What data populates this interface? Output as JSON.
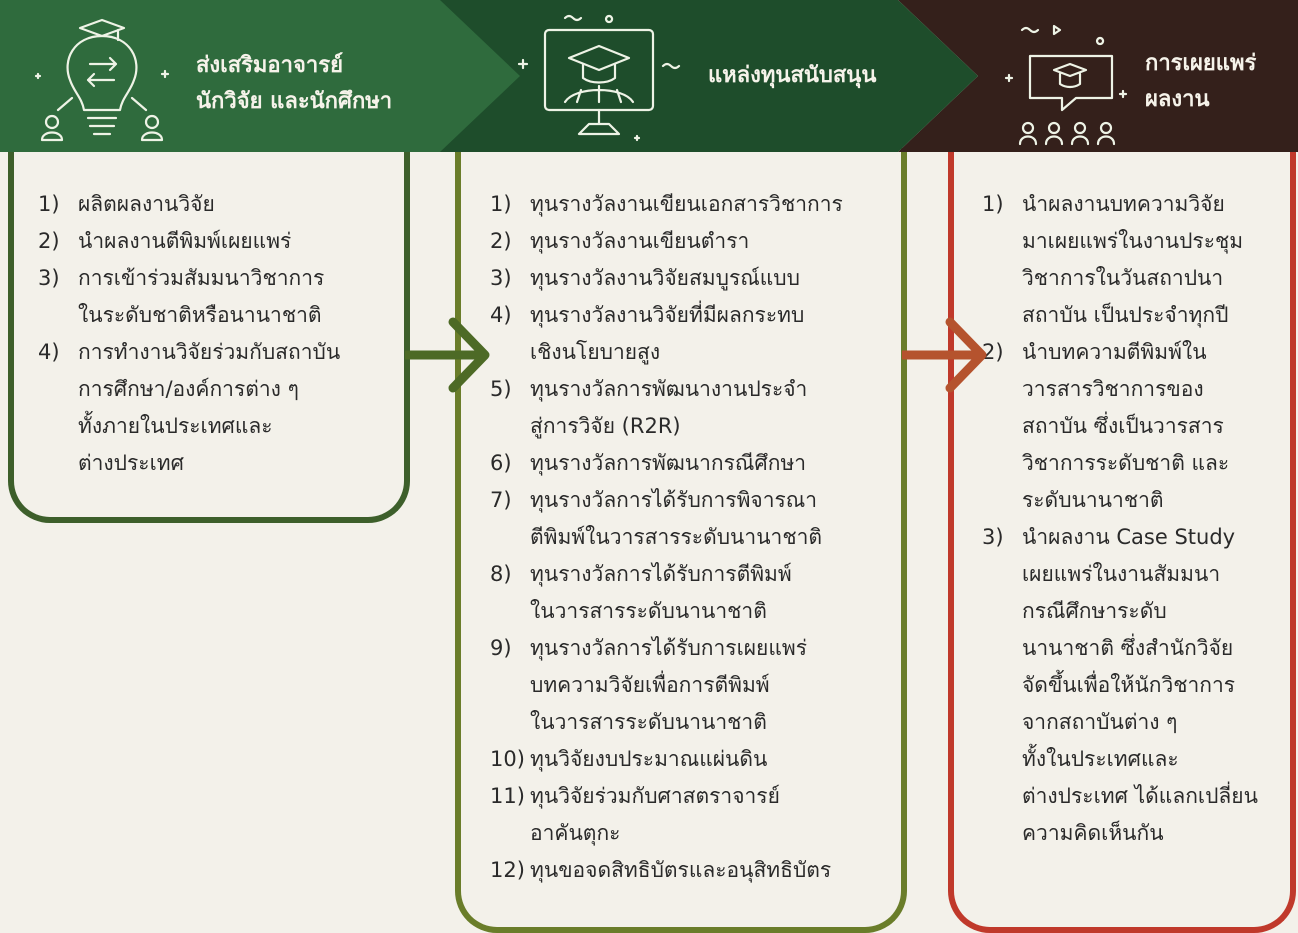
{
  "headers": {
    "h1": "ส่งเสริมอาจารย์\nนักวิจัย และนักศึกษา",
    "h2": "แหล่งทุนสนับสนุน",
    "h3": "การเผยแพร่\nผลงาน"
  },
  "colors": {
    "bar1": "#2f6b3d",
    "bar2": "#1e4d2b",
    "bar3": "#34201b",
    "panel1": "#3d5f2b",
    "panel2": "#6a7d2a",
    "panel3": "#c0392b"
  },
  "icons": [
    "lightbulb-icon",
    "monitor-graduation-icon",
    "chat-graduation-icon"
  ],
  "col1": [
    {
      "n": "1)",
      "t": "ผลิตผลงานวิจัย"
    },
    {
      "n": "2)",
      "t": "นำผลงานตีพิมพ์เผยแพร่"
    },
    {
      "n": "3)",
      "t": "การเข้าร่วมสัมมนาวิชาการ\nในระดับชาติหรือนานาชาติ"
    },
    {
      "n": "4)",
      "t": "การทำงานวิจัยร่วมกับสถาบัน\nการศึกษา/องค์การต่าง ๆ\nทั้งภายในประเทศและ\nต่างประเทศ"
    }
  ],
  "col2": [
    {
      "n": "1)",
      "t": "ทุนรางวัลงานเขียนเอกสารวิชาการ"
    },
    {
      "n": "2)",
      "t": "ทุนรางวัลงานเขียนตำรา"
    },
    {
      "n": "3)",
      "t": "ทุนรางวัลงานวิจัยสมบูรณ์แบบ"
    },
    {
      "n": "4)",
      "t": "ทุนรางวัลงานวิจัยที่มีผลกระทบ\nเชิงนโยบายสูง"
    },
    {
      "n": "5)",
      "t": "ทุนรางวัลการพัฒนางานประจำ\nสู่การวิจัย (R2R)"
    },
    {
      "n": "6)",
      "t": "ทุนรางวัลการพัฒนากรณีศึกษา"
    },
    {
      "n": "7)",
      "t": "ทุนรางวัลการได้รับการพิจารณา\nตีพิมพ์ในวารสารระดับนานาชาติ"
    },
    {
      "n": "8)",
      "t": "ทุนรางวัลการได้รับการตีพิมพ์\nในวารสารระดับนานาชาติ"
    },
    {
      "n": "9)",
      "t": "ทุนรางวัลการได้รับการเผยแพร่\nบทความวิจัยเพื่อการตีพิมพ์\nในวารสารระดับนานาชาติ"
    },
    {
      "n": "10)",
      "t": "ทุนวิจัยงบประมาณแผ่นดิน"
    },
    {
      "n": "11)",
      "t": "ทุนวิจัยร่วมกับศาสตราจารย์\nอาคันตุกะ"
    },
    {
      "n": "12)",
      "t": "ทุนขอจดสิทธิบัตรและอนุสิทธิบัตร"
    }
  ],
  "col3": [
    {
      "n": "1)",
      "t": "นำผลงานบทความวิจัย\nมาเผยแพร่ในงานประชุม\nวิชาการในวันสถาปนา\nสถาบัน เป็นประจำทุกปี"
    },
    {
      "n": "2)",
      "t": "นำบทความตีพิมพ์ใน\nวารสารวิชาการของ\nสถาบัน ซึ่งเป็นวารสาร\nวิชาการระดับชาติ และ\nระดับนานาชาติ"
    },
    {
      "n": "3)",
      "t": "นำผลงาน Case Study\nเผยแพร่ในงานสัมมนา\nกรณีศึกษาระดับ\nนานาชาติ ซึ่งสำนักวิจัย\nจัดขึ้นเพื่อให้นักวิชาการ\nจากสถาบันต่าง ๆ\nทั้งในประเทศและ\nต่างประเทศ ได้แลกเปลี่ยน\nความคิดเห็นกัน"
    }
  ]
}
